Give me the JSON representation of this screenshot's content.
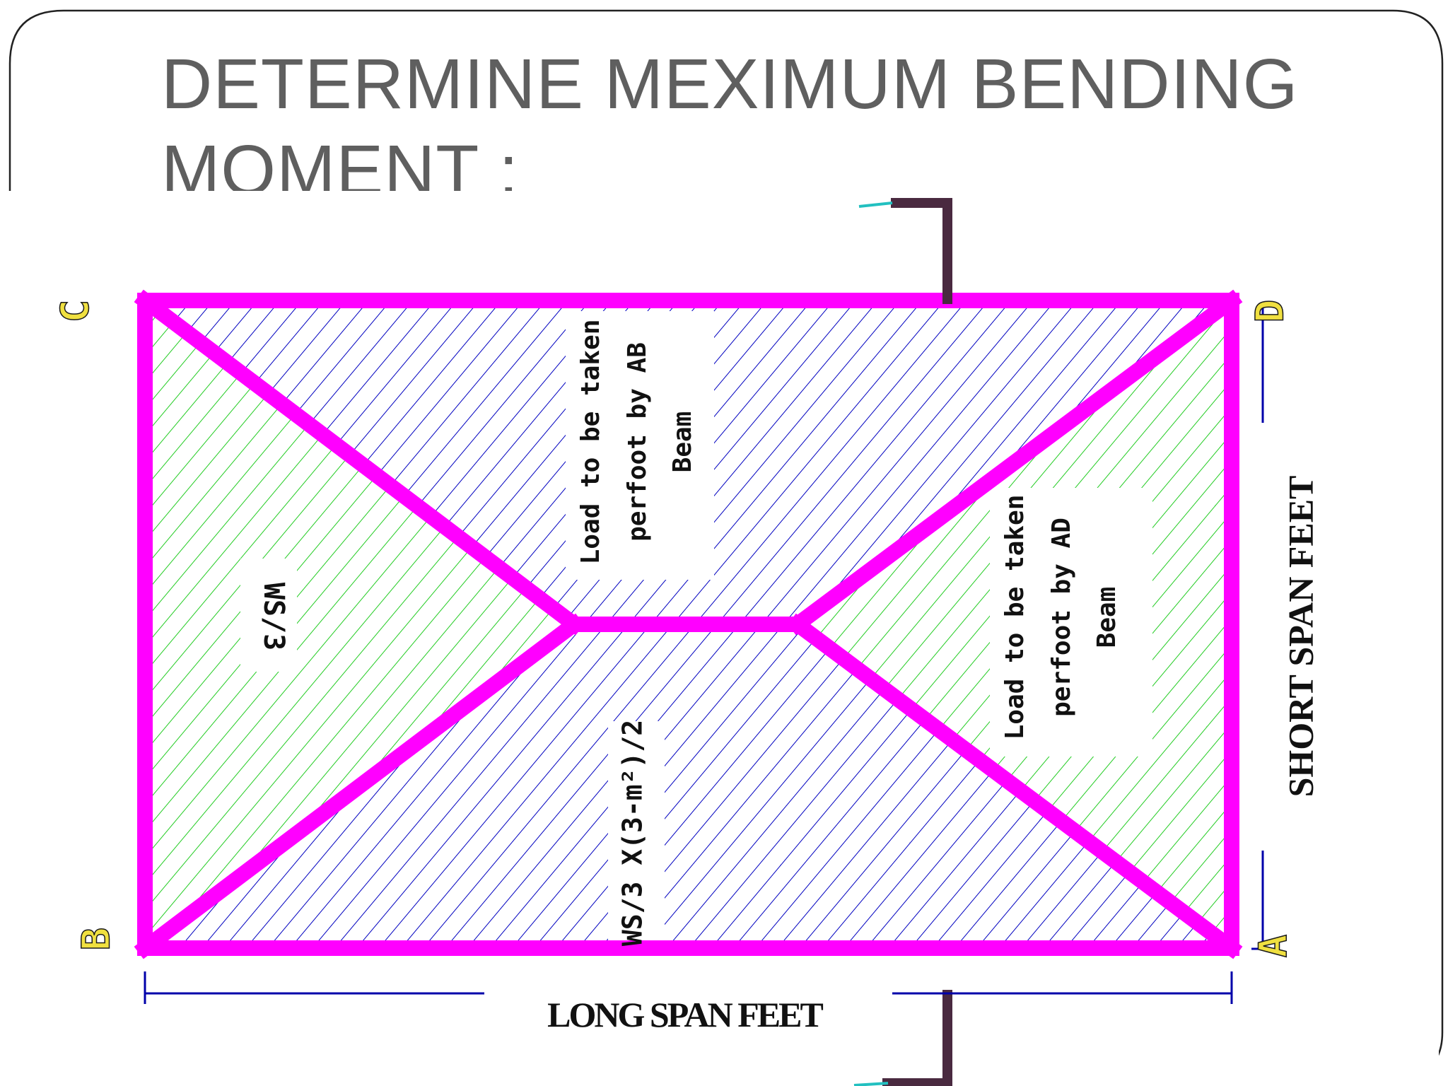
{
  "slide": {
    "title_line1": "DETERMINE MEXIMUM BENDING",
    "title_line2": "MOMENT :"
  },
  "diagram": {
    "corners": {
      "c": "C",
      "d": "D",
      "b": "B",
      "a": "A"
    },
    "region_left": "WS/3",
    "region_bottom": "WS/3 X(3-m²)/2",
    "region_top": [
      "Load to be taken",
      "perfoot by AB",
      "Beam"
    ],
    "region_right": [
      "Load to be taken",
      "perfoot by AD",
      "Beam"
    ],
    "dim_long": "LONG SPAN FEET",
    "dim_short": "SHORT SPAN FEET"
  },
  "colors": {
    "beam": "#ff00ff",
    "hatch_trapezoid": "#0000c0",
    "hatch_triangle": "#22cc22",
    "dimension": "#0000aa",
    "section_marker": "#4a2a40",
    "title": "#5f5f5f",
    "corner_label": "#f0e040"
  }
}
